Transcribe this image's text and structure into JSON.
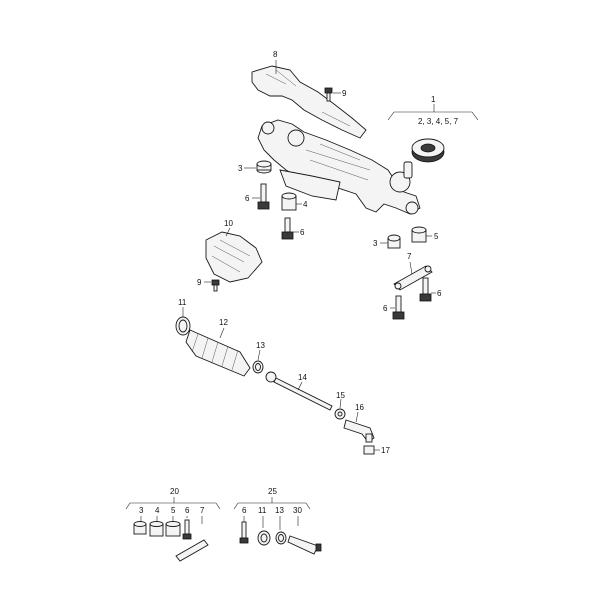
{
  "labels": {
    "p1": "1",
    "p1_group": "2, 3, 4, 5, 7",
    "p8": "8",
    "p9_top": "9",
    "p3_left": "3",
    "p6_left": "6",
    "p4": "4",
    "p6_mid": "6",
    "p3_right": "3",
    "p5": "5",
    "p7": "7",
    "p6_right_a": "6",
    "p6_right_b": "6",
    "p10": "10",
    "p9_bottom": "9",
    "p11": "11",
    "p12": "12",
    "p13": "13",
    "p14": "14",
    "p15": "15",
    "p16": "16",
    "p17": "17",
    "kit20": "20",
    "kit20_items": [
      "3",
      "4",
      "5",
      "6",
      "7"
    ],
    "kit25": "25",
    "kit25_items": [
      "6",
      "11",
      "13",
      "30"
    ]
  }
}
